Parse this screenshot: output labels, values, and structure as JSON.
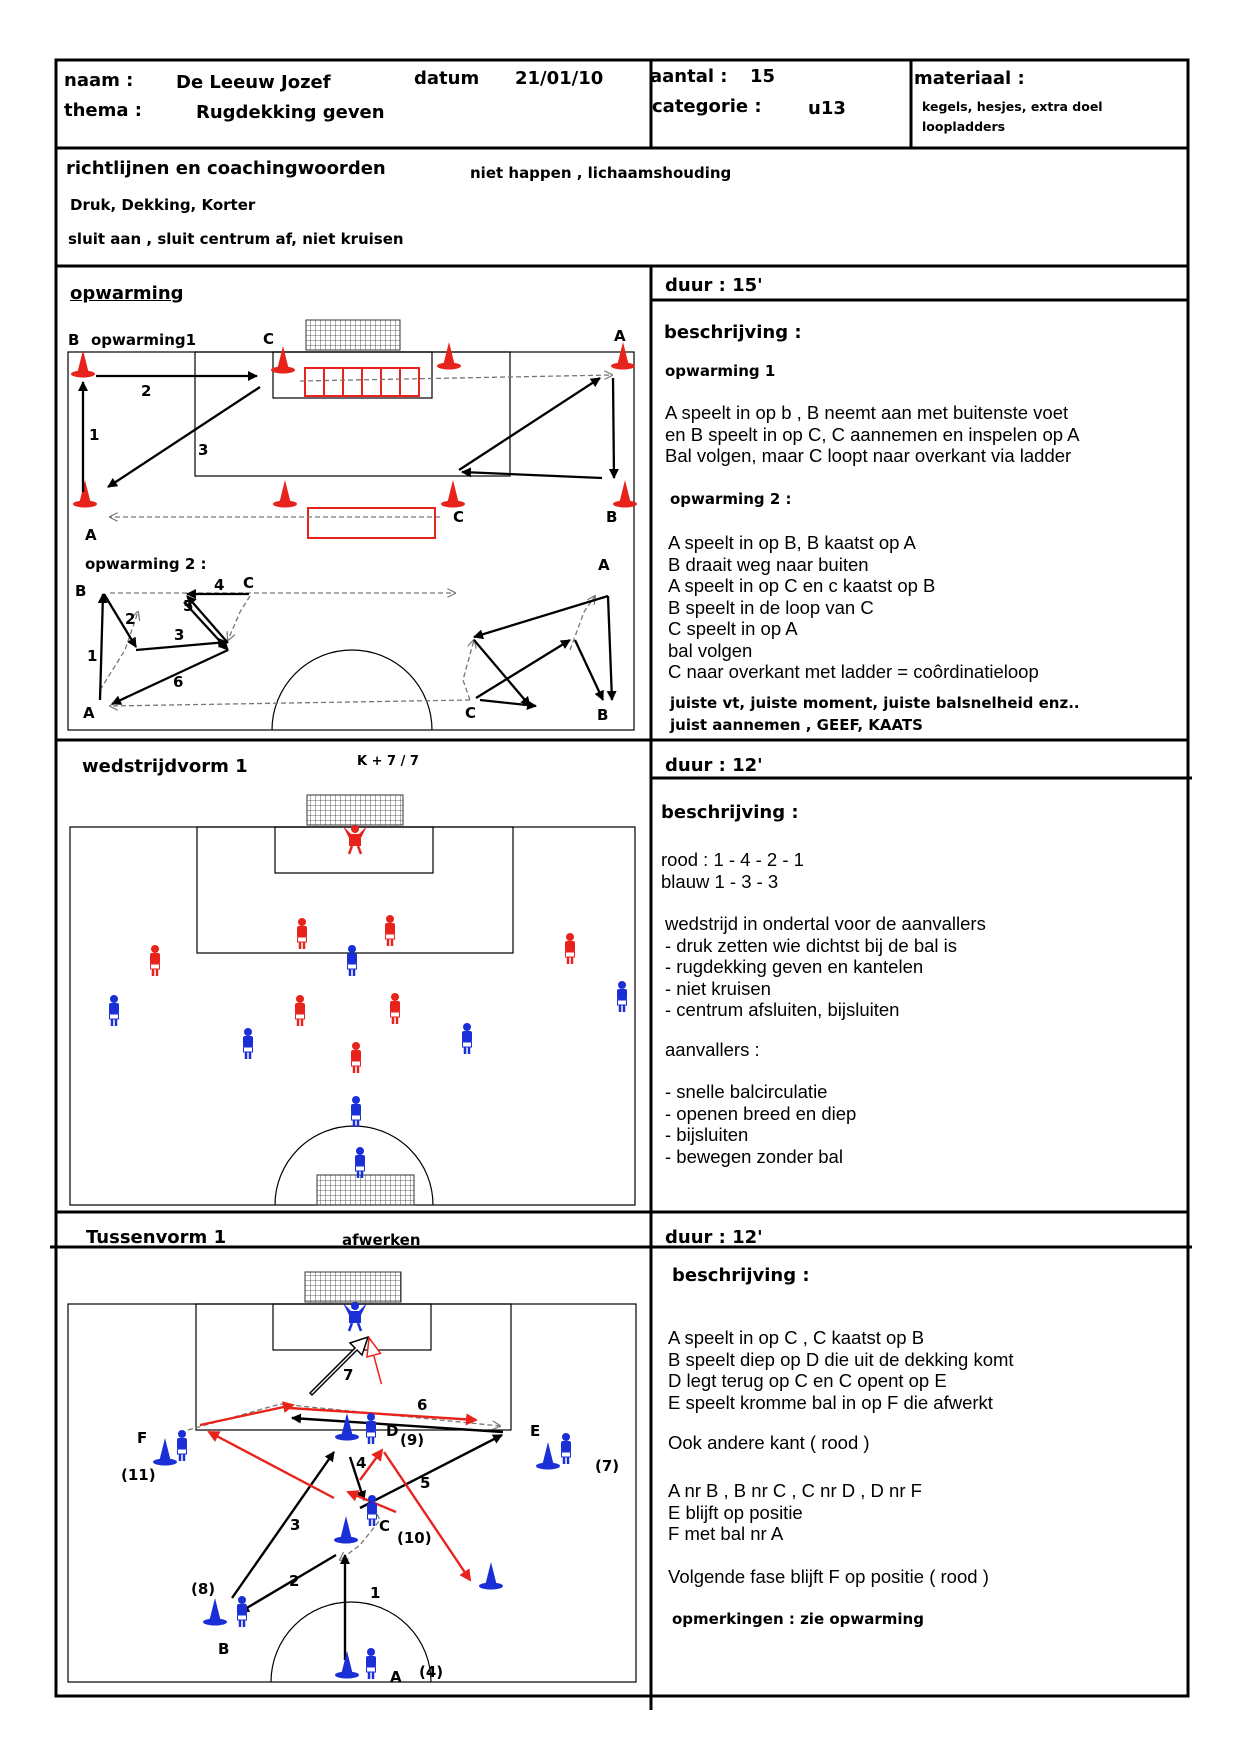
{
  "header": {
    "naam_label": "naam :",
    "naam_value": "De Leeuw Jozef",
    "datum_label": "datum",
    "datum_value": "21/01/10",
    "thema_label": "thema :",
    "thema_value": "Rugdekking geven",
    "aantal_label": "aantal :",
    "aantal_value": "15",
    "categorie_label": "categorie :",
    "categorie_value": "u13",
    "materiaal_label": "materiaal :",
    "materiaal_line1": "kegels, hesjes, extra doel",
    "materiaal_line2": "loopladders"
  },
  "guidelines": {
    "title": "richtlijnen en coachingwoorden",
    "extra": "niet happen , lichaamshouding",
    "line1": "Druk, Dekking, Korter",
    "line2": "sluit aan , sluit centrum af, niet kruisen"
  },
  "warmup": {
    "title": "opwarming",
    "duration": "duur : 15'",
    "desc_title": "beschrijving :",
    "part1_title": "opwarming 1",
    "part1_lines": [
      "A speelt in op b , B neemt aan met buitenste voet",
      "en B speelt in op C, C aannemen en inspelen op A",
      "Bal volgen, maar C loopt naar overkant via ladder"
    ],
    "part2_title": "opwarming 2 :",
    "part2_lines": [
      "A speelt in op B, B kaatst op A",
      "B draait weg naar buiten",
      "A speelt in op C en c kaatst op B",
      "B speelt in de loop van C",
      "C speelt in op A",
      "bal volgen",
      "C naar overkant met ladder = coôrdinatieloop"
    ],
    "remark_lines": [
      "juiste vt, juiste moment, juiste balsnelheid enz..",
      "juist aannemen , GEEF, KAATS"
    ],
    "diagram": {
      "label_opw1": "opwarming1",
      "label_opw2": "opwarming 2 :",
      "labels": [
        "A",
        "B",
        "C",
        "1",
        "2",
        "3",
        "4",
        "5",
        "6"
      ]
    }
  },
  "match": {
    "title": "wedstrijdvorm 1",
    "subtitle": "K + 7 / 7",
    "duration": "duur : 12'",
    "desc_title": "beschrijving :",
    "lines_a": [
      "rood : 1 - 4 - 2 - 1",
      "blauw 1 - 3 - 3"
    ],
    "lines_b": [
      "wedstrijd in ondertal voor de aanvallers",
      "- druk zetten wie dichtst bij de bal is",
      "- rugdekking geven en kantelen",
      "- niet kruisen",
      "- centrum afsluiten, bijsluiten"
    ],
    "attackers_title": "aanvallers :",
    "lines_c": [
      "- snelle balcirculatie",
      "- openen breed en diep",
      "- bijsluiten",
      "- bewegen zonder bal"
    ]
  },
  "intermediate": {
    "title": "Tussenvorm 1",
    "subtitle": "afwerken",
    "duration": "duur : 12'",
    "desc_title": "beschrijving :",
    "lines_a": [
      "A speelt in op C ,  C kaatst op B",
      "B speelt diep op D die uit de dekking komt",
      "D legt terug op C en C opent op E",
      "E speelt kromme bal in op F die afwerkt"
    ],
    "line_b": "Ook andere kant ( rood )",
    "lines_c": [
      "A nr B , B nr C , C nr D , D nr F",
      "E blijft op positie",
      "F met bal nr A"
    ],
    "line_d": "Volgende fase blijft F op positie ( rood )",
    "remark": "opmerkingen : zie opwarming",
    "diagram_labels": {
      "A": "A",
      "B": "B",
      "C": "C",
      "D": "D",
      "E": "E",
      "F": "F",
      "n4": "(4)",
      "n7": "(7)",
      "n8": "(8)",
      "n9": "(9)",
      "n10": "(10)",
      "n11": "(11)",
      "a1": "1",
      "a2": "2",
      "a3": "3",
      "a4": "4",
      "a5": "5",
      "a6": "6",
      "a7": "7"
    }
  },
  "colors": {
    "red": "#e8231c",
    "blue": "#1a2fd6",
    "grid": "#333333"
  }
}
